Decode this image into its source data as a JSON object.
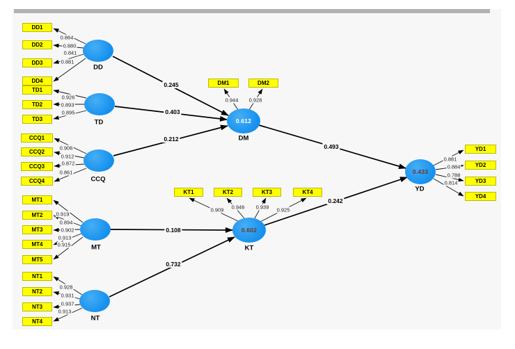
{
  "model": {
    "constructs": [
      {
        "id": "DD",
        "label": "DD",
        "r2": ""
      },
      {
        "id": "TD",
        "label": "TD",
        "r2": ""
      },
      {
        "id": "CCQ",
        "label": "CCQ",
        "r2": ""
      },
      {
        "id": "MT",
        "label": "MT",
        "r2": ""
      },
      {
        "id": "NT",
        "label": "NT",
        "r2": ""
      },
      {
        "id": "DM",
        "label": "DM",
        "r2": "0.612"
      },
      {
        "id": "KT",
        "label": "KT",
        "r2": "0.602"
      },
      {
        "id": "YD",
        "label": "YD",
        "r2": "0.433"
      }
    ],
    "indicators": [
      {
        "construct": "DD",
        "label": "DD1",
        "loading": "0.864"
      },
      {
        "construct": "DD",
        "label": "DD2",
        "loading": "0.880"
      },
      {
        "construct": "DD",
        "label": "DD3",
        "loading": "0.841"
      },
      {
        "construct": "DD",
        "label": "DD4",
        "loading": "0.881"
      },
      {
        "construct": "TD",
        "label": "TD1",
        "loading": "0.926"
      },
      {
        "construct": "TD",
        "label": "TD2",
        "loading": "0.893"
      },
      {
        "construct": "TD",
        "label": "TD3",
        "loading": "0.895"
      },
      {
        "construct": "CCQ",
        "label": "CCQ1",
        "loading": "0.906"
      },
      {
        "construct": "CCQ",
        "label": "CCQ2",
        "loading": "0.912"
      },
      {
        "construct": "CCQ",
        "label": "CCQ3",
        "loading": "0.872"
      },
      {
        "construct": "CCQ",
        "label": "CCQ4",
        "loading": "0.861"
      },
      {
        "construct": "MT",
        "label": "MT1",
        "loading": "0.919"
      },
      {
        "construct": "MT",
        "label": "MT2",
        "loading": "0.894"
      },
      {
        "construct": "MT",
        "label": "MT3",
        "loading": "0.902"
      },
      {
        "construct": "MT",
        "label": "MT4",
        "loading": "0.913"
      },
      {
        "construct": "MT",
        "label": "MT5",
        "loading": "0.915"
      },
      {
        "construct": "NT",
        "label": "NT1",
        "loading": "0.928"
      },
      {
        "construct": "NT",
        "label": "NT2",
        "loading": "0.931"
      },
      {
        "construct": "NT",
        "label": "NT3",
        "loading": "0.937"
      },
      {
        "construct": "NT",
        "label": "NT4",
        "loading": "0.913"
      },
      {
        "construct": "DM",
        "label": "DM1",
        "loading": "0.944"
      },
      {
        "construct": "DM",
        "label": "DM2",
        "loading": "0.928"
      },
      {
        "construct": "KT",
        "label": "KT1",
        "loading": "0.909"
      },
      {
        "construct": "KT",
        "label": "KT2",
        "loading": "0.946"
      },
      {
        "construct": "KT",
        "label": "KT3",
        "loading": "0.939"
      },
      {
        "construct": "KT",
        "label": "KT4",
        "loading": "0.925"
      },
      {
        "construct": "YD",
        "label": "YD1",
        "loading": "0.881"
      },
      {
        "construct": "YD",
        "label": "YD2",
        "loading": "0.884"
      },
      {
        "construct": "YD",
        "label": "YD3",
        "loading": "0.788"
      },
      {
        "construct": "YD",
        "label": "YD4",
        "loading": "0.814"
      }
    ],
    "paths": [
      {
        "from": "DD",
        "to": "DM",
        "coef": "0.245"
      },
      {
        "from": "TD",
        "to": "DM",
        "coef": "0.403"
      },
      {
        "from": "CCQ",
        "to": "DM",
        "coef": "0.212"
      },
      {
        "from": "DM",
        "to": "YD",
        "coef": "0.493"
      },
      {
        "from": "KT",
        "to": "YD",
        "coef": "0.242"
      },
      {
        "from": "MT",
        "to": "KT",
        "coef": "0.108"
      },
      {
        "from": "NT",
        "to": "KT",
        "coef": "0.732"
      }
    ],
    "colors": {
      "indicator_fill": "#ffff00",
      "indicator_border": "#b9b900",
      "construct_fill": "#1590ee",
      "arrow": "#000000",
      "r2_text_dm": "#ffffff",
      "r2_text_kt_yd": "#6e352a",
      "canvas_background": "#f7f7f7",
      "top_bar": "#b2b2b2"
    }
  }
}
